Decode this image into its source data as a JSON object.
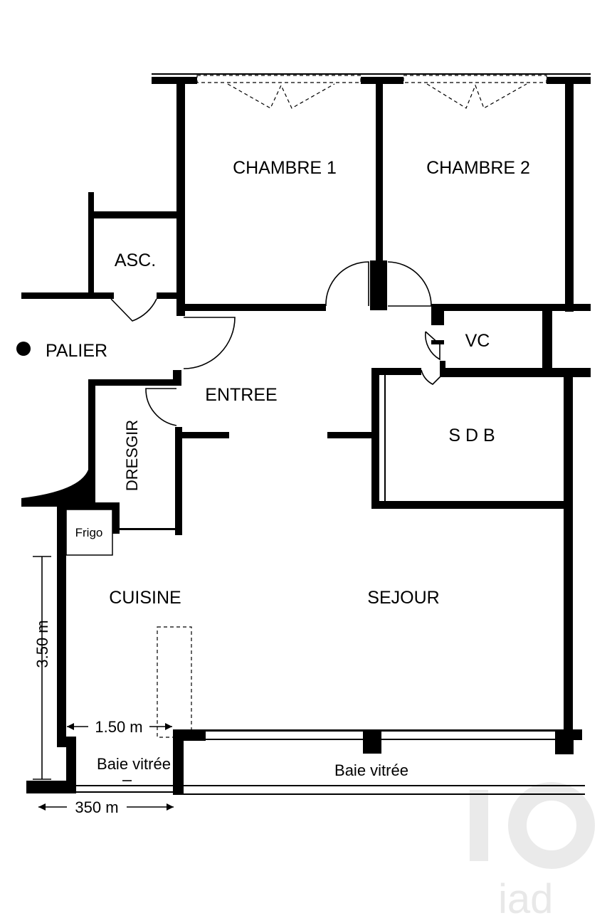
{
  "rooms": {
    "chambre1": "CHAMBRE 1",
    "chambre2": "CHAMBRE 2",
    "asc": "ASC.",
    "palier": "PALIER",
    "entree": "ENTREE",
    "vc": "VC",
    "sdb": "S D B",
    "dressing": "DRESGIR",
    "frigo": "Frigo",
    "cuisine": "CUISINE",
    "sejour": "SEJOUR",
    "baie_cuisine": "Baie vitrée",
    "baie_sejour": "Baie vitrée"
  },
  "dimensions": {
    "vertical": "3.50 m",
    "horizontal_inner": "1.50 m",
    "horizontal_outer": "350 m"
  },
  "watermark": "iad",
  "colors": {
    "wall": "#000000",
    "background": "#ffffff",
    "watermark": "#e6e6e6"
  }
}
